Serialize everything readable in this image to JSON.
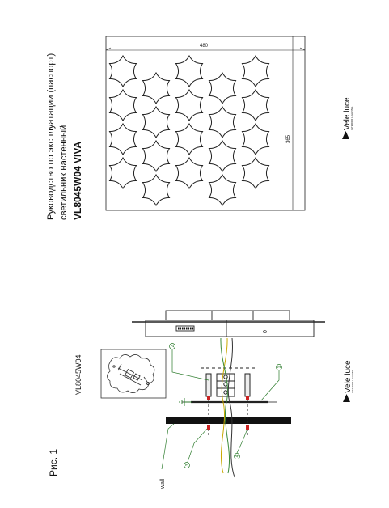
{
  "title_block": {
    "line1": "Руководство по эксплуатации (паспорт)",
    "line2": "светильник настенный",
    "model": "VL8045W04 VIVA"
  },
  "brand": {
    "name": "Vele luce",
    "tagline": "INTERIOR LIGHTING"
  },
  "drawing": {
    "width_label": "480",
    "height_label": "365"
  },
  "figure": {
    "label": "Рис. 1",
    "model": "VL8045W04",
    "wall_label": "wall",
    "callouts": [
      "1",
      "2",
      "3",
      "4"
    ],
    "switch_label": "0"
  }
}
